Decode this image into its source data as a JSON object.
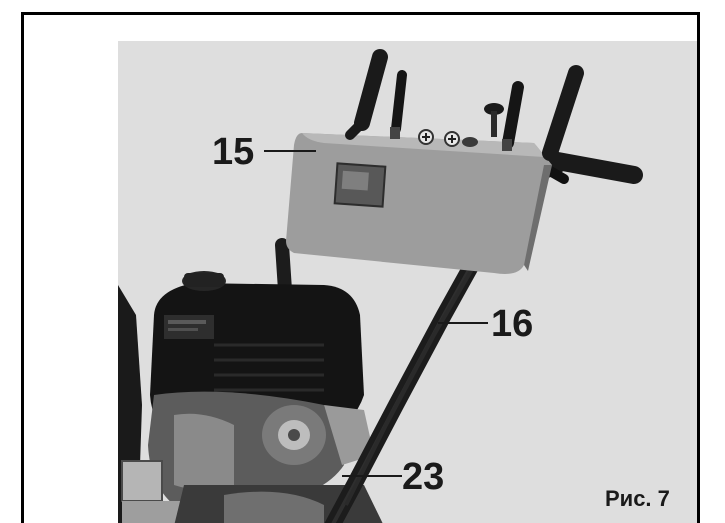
{
  "figure": {
    "caption": "Рис. 7",
    "callouts": {
      "c15": "15",
      "c16": "16",
      "c23": "23"
    }
  },
  "colors": {
    "photo_background": "#e2e2e2",
    "control_panel": "#9d9d9d",
    "handle": "#1c1c1c",
    "engine": "#151515"
  }
}
